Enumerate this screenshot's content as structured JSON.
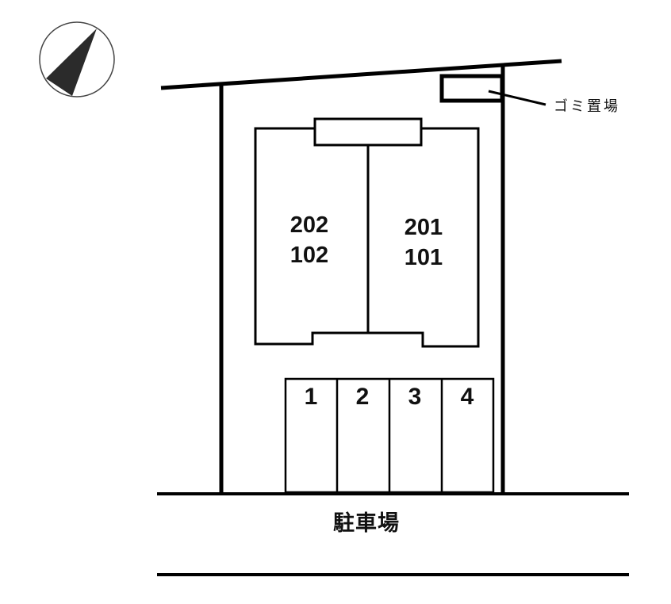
{
  "compass": {
    "icon": "north-arrow-icon",
    "direction": "north-east"
  },
  "building": {
    "units": [
      {
        "id": "left",
        "upper": "202",
        "lower": "102"
      },
      {
        "id": "right",
        "upper": "201",
        "lower": "101"
      }
    ]
  },
  "garbage": {
    "label": "ゴミ置場"
  },
  "parking": {
    "label": "駐車場",
    "slots": [
      "1",
      "2",
      "3",
      "4"
    ]
  },
  "colors": {
    "line": "#000000",
    "background": "#ffffff",
    "compass_fill": "#2b2b2b"
  }
}
